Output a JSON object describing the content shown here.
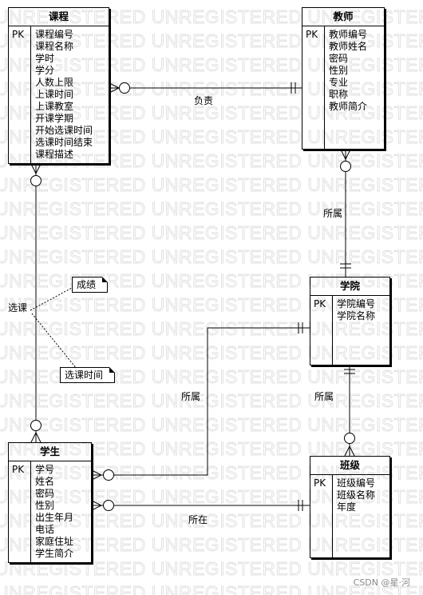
{
  "watermark_text": "UNREGISTERED UNREGISTERED UNREGISTERED UNREGISTERED",
  "entities": {
    "course": {
      "title": "课程",
      "pk": "PK",
      "attributes": [
        "课程编号",
        "课程名称",
        "学时",
        "学分",
        "人数上限",
        "上课时间",
        "上课教室",
        "开课学期",
        "开始选课时间",
        "选课时间结束",
        "课程描述"
      ]
    },
    "teacher": {
      "title": "教师",
      "pk": "PK",
      "attributes": [
        "教师编号",
        "教师姓名",
        "密码",
        "性别",
        "专业",
        "职称",
        "教师简介"
      ]
    },
    "college": {
      "title": "学院",
      "pk": "PK",
      "attributes": [
        "学院编号",
        "学院名称"
      ]
    },
    "student": {
      "title": "学生",
      "pk": "PK",
      "attributes": [
        "学号",
        "姓名",
        "密码",
        "性别",
        "出生年月",
        "电话",
        "家庭住址",
        "学生简介"
      ]
    },
    "class": {
      "title": "班级",
      "pk": "PK",
      "attributes": [
        "班级编号",
        "班级名称",
        "年度"
      ]
    }
  },
  "relationships": {
    "responsible": "负责",
    "teacher_college": "所属",
    "select_course": "选课",
    "student_college": "所属",
    "class_college": "所属",
    "student_class": "所在"
  },
  "notes": {
    "grade": "成绩",
    "select_time": "选课时间"
  },
  "credit": "CSDN @星·河"
}
